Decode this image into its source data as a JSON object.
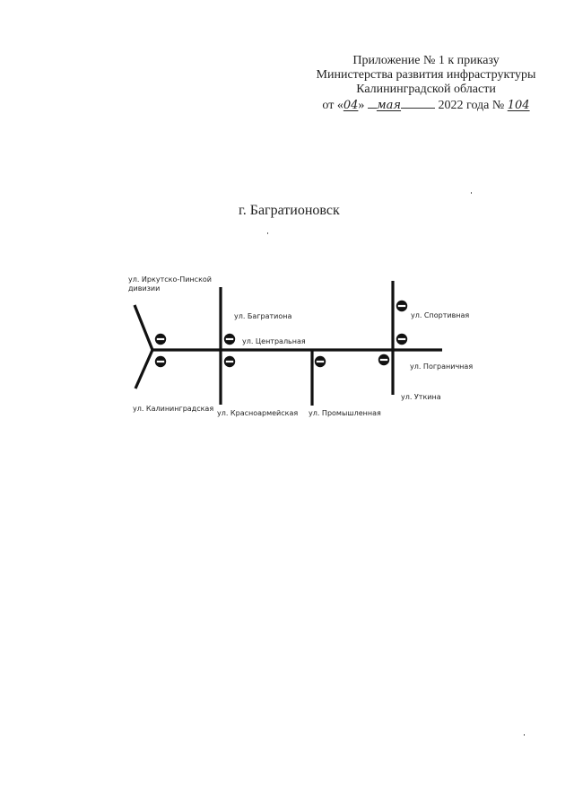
{
  "header": {
    "line1": "Приложение № 1 к приказу",
    "line2": "Министерства развития инфраструктуры",
    "line3": "Калининградской области",
    "date_prefix": "от «",
    "day": "04",
    "day_suffix": "»",
    "month": "мая",
    "year_text": "2022 года №",
    "number": "104"
  },
  "city_title": "г. Багратионовск",
  "diagram": {
    "streets": {
      "irkutsk_1": "ул. Иркутско-Пинской",
      "irkutsk_2": "дивизии",
      "kaliningradskaya": "ул. Калининградская",
      "bagrationa": "ул. Багратиона",
      "krasnoarmeyskaya": "ул. Красноармейская",
      "tsentralnaya": "ул. Центральная",
      "promyshlennaya": "ул. Промышленная",
      "sportivnaya": "ул. Спортивная",
      "pogranichnaya": "ул. Пограничная",
      "utkina": "ул. Уткина"
    },
    "sign_icon": "no-entry-sign",
    "line_color": "#111111"
  }
}
